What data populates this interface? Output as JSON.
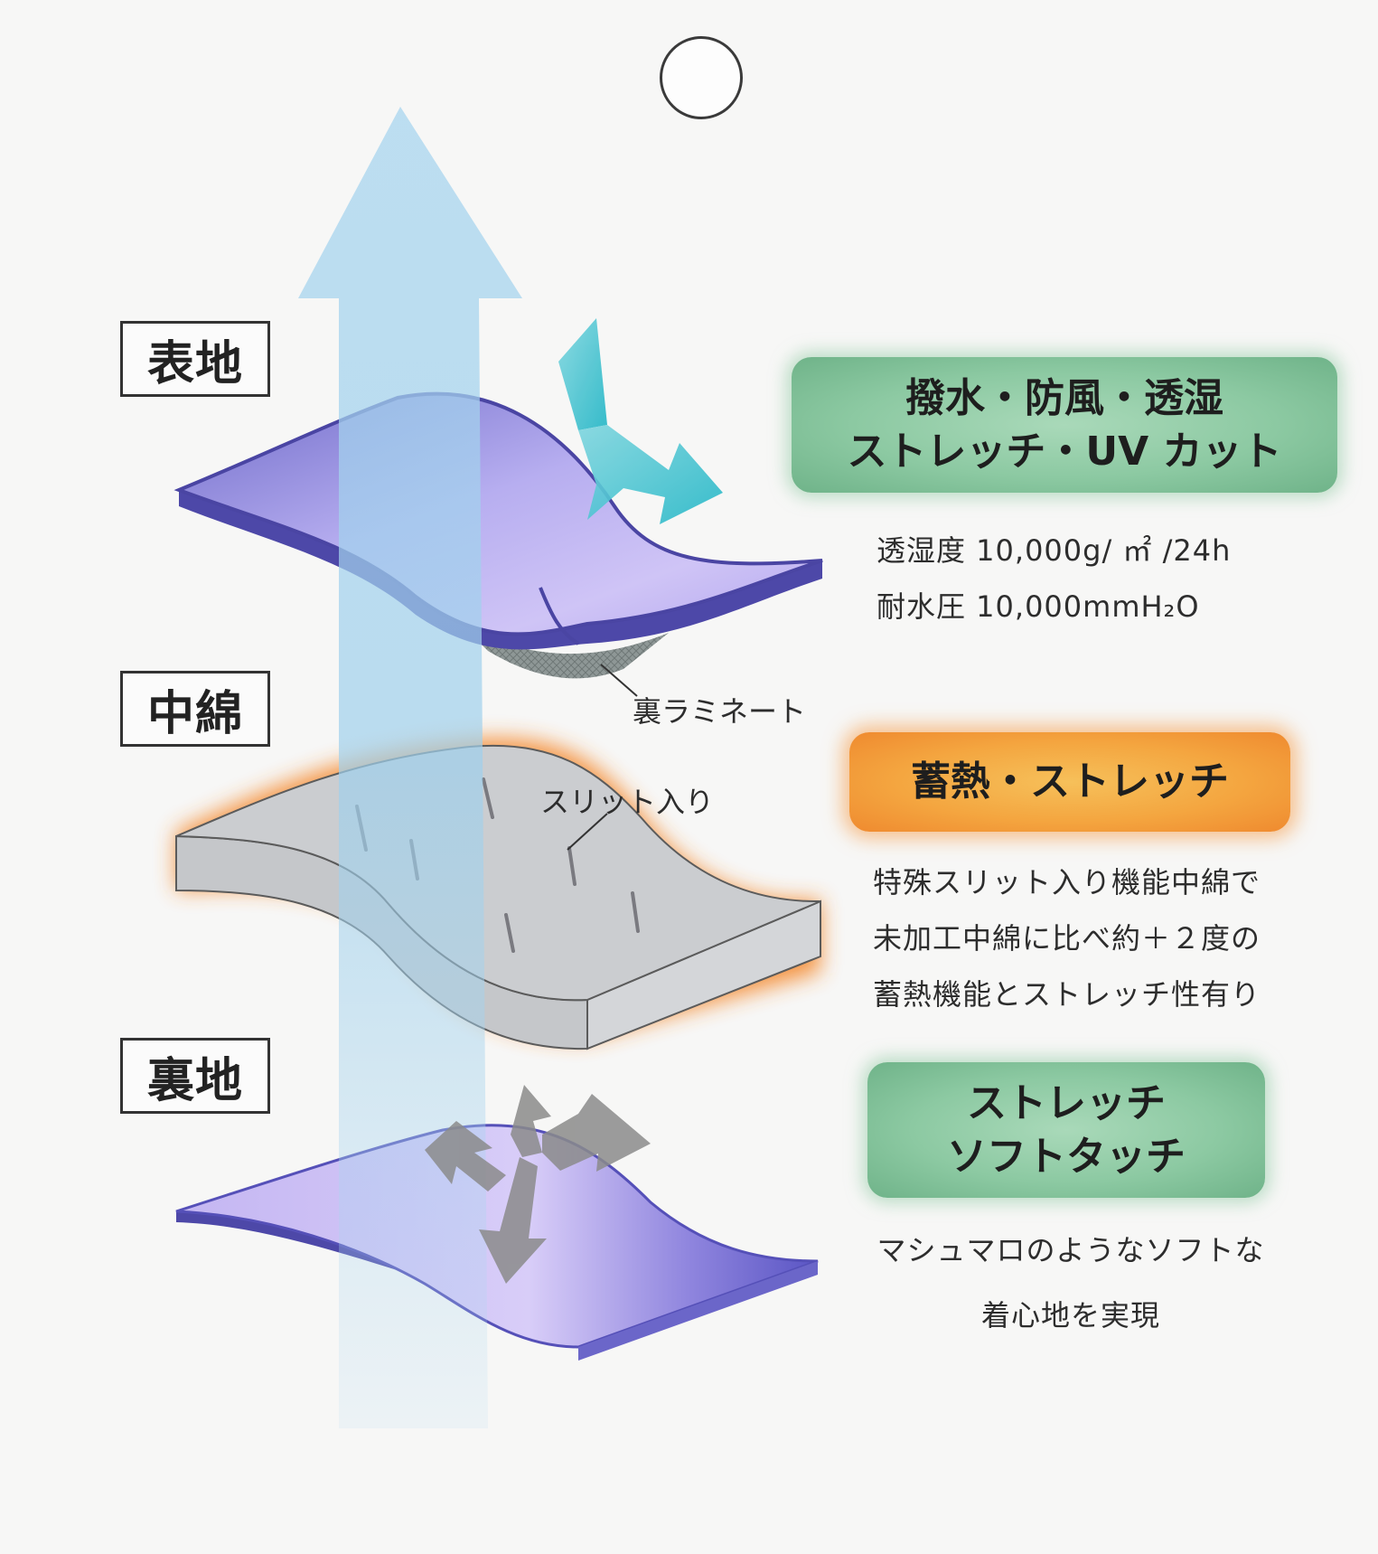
{
  "layers": {
    "outer": {
      "label": "表地"
    },
    "middle": {
      "label": "中綿"
    },
    "lining": {
      "label": "裏地"
    }
  },
  "features": {
    "outer": {
      "line1": "撥水・防風・透湿",
      "line2": "ストレッチ・UV カット",
      "spec1": "透湿度 10,000g/ ㎡ /24h",
      "spec2": "耐水圧 10,000mmH₂O"
    },
    "middle": {
      "title": "蓄熱・ストレッチ",
      "desc1": "特殊スリット入り機能中綿で",
      "desc2": "未加工中綿に比べ約＋２度の",
      "desc3": "蓄熱機能とストレッチ性有り"
    },
    "lining": {
      "line1": "ストレッチ",
      "line2": "ソフトタッチ",
      "desc1": "マシュマロのようなソフトな",
      "desc2": "着心地を実現"
    }
  },
  "callouts": {
    "laminate": "裏ラミネート",
    "slit": "スリット入り"
  },
  "colors": {
    "outer_fabric": "#8a86d6",
    "middle_fabric": "#c9cbce",
    "lining_fabric": "#b4a9ea",
    "vapor_arrow": "#9fd0ec",
    "wind_arrow": "#3fc3d2",
    "stretch_arrow": "#8a8a8a",
    "heat_glow": "#f4892f"
  }
}
